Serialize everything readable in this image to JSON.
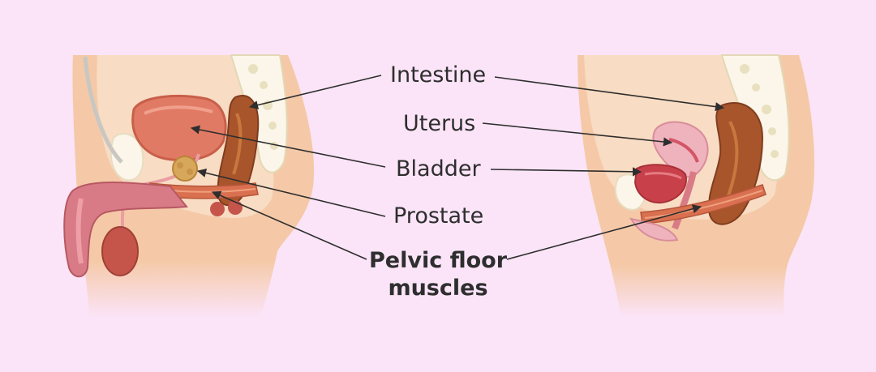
{
  "labels": {
    "intestine": "Intestine",
    "uterus": "Uterus",
    "bladder": "Bladder",
    "prostate": "Prostate",
    "pelvic_floor_line1": "Pelvic floor",
    "pelvic_floor_line2": "muscles"
  },
  "colors": {
    "background": "#fbe4f8",
    "skin": "#f5c9a7",
    "skin_light": "#f8dcc3",
    "bone": "#fbf6e9",
    "intestine": "#a8552c",
    "bladder": "#e17a64",
    "muscle": "#d9704f",
    "uterus": "#efb3be",
    "arrow": "#2e2e2e"
  }
}
